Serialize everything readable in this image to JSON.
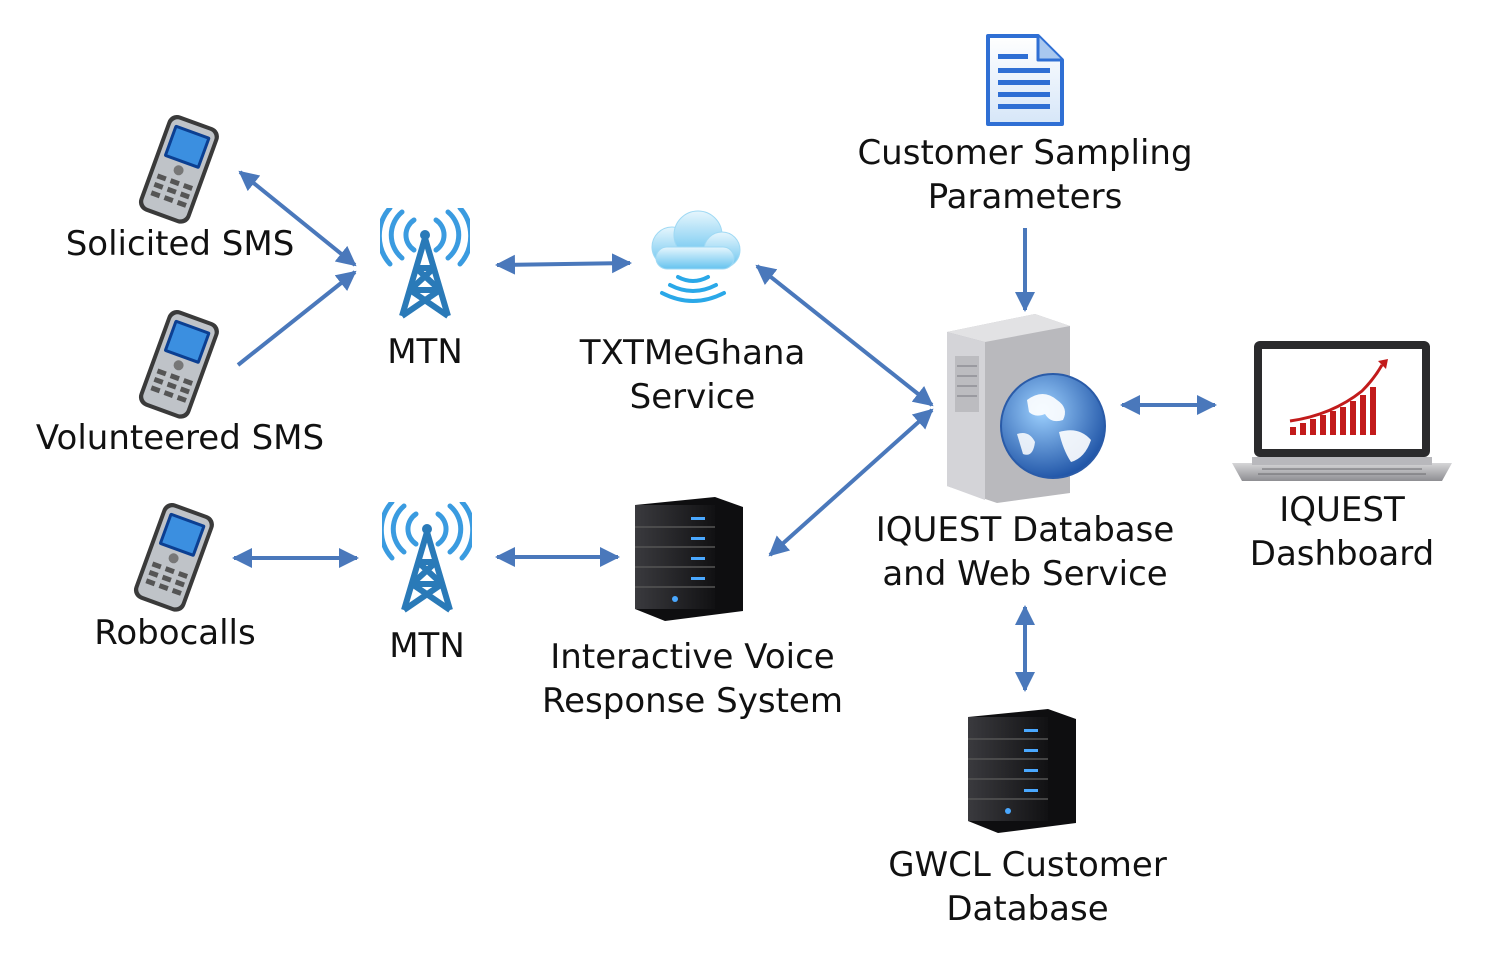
{
  "colors": {
    "arrow": "#4a78bb",
    "tower": "#2a7ab8",
    "tower_waves": "#3a9be0",
    "cloud": "#66c3ef",
    "server_dark": "#1c1c1e",
    "server_light_blue": "#4aa8ff",
    "doc_blue": "#2f6fd4"
  },
  "icons": {
    "phone": "mobile-phone-icon",
    "tower": "cell-tower-icon",
    "cloud": "cloud-icon",
    "rack_server": "rack-server-icon",
    "web_server": "web-server-globe-icon",
    "document": "document-icon",
    "laptop": "laptop-chart-icon"
  },
  "nodes": {
    "solicited_sms": "Solicited SMS",
    "volunteered_sms": "Volunteered SMS",
    "robocalls": "Robocalls",
    "mtn_top": "MTN",
    "mtn_bottom": "MTN",
    "txtme": {
      "line1": "TXTMeGhana",
      "line2": "Service"
    },
    "ivr": {
      "line1": "Interactive Voice",
      "line2": "Response System"
    },
    "sampling": {
      "line1": "Customer Sampling",
      "line2": "Parameters"
    },
    "iquest_db": {
      "line1": "IQUEST Database",
      "line2": "and Web Service"
    },
    "dashboard": {
      "line1": "IQUEST",
      "line2": "Dashboard"
    },
    "gwcl": {
      "line1": "GWCL Customer",
      "line2": "Database"
    }
  }
}
